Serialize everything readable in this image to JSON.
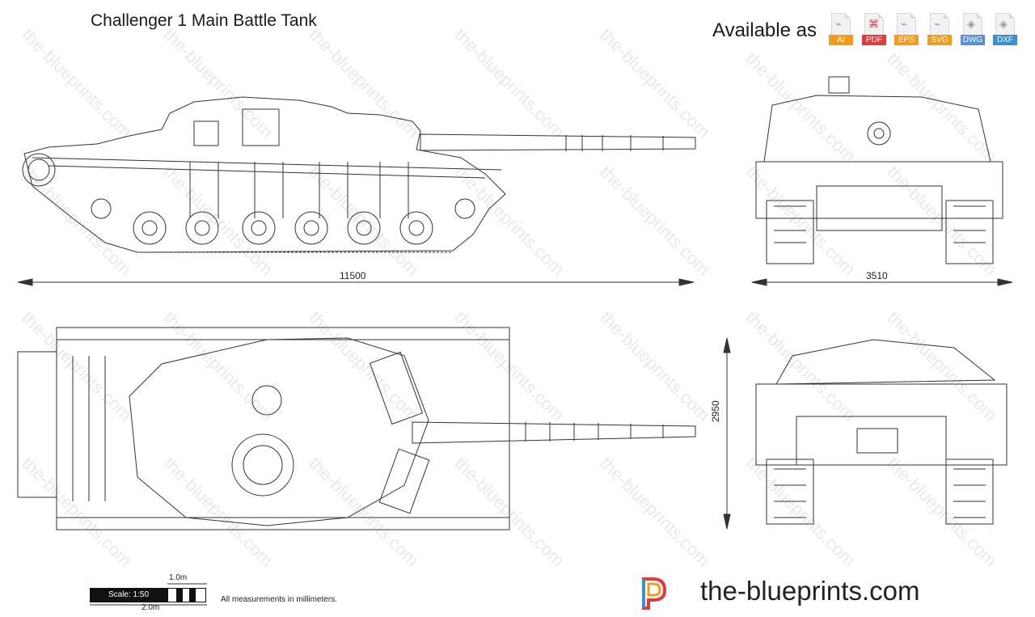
{
  "header": {
    "title": "Challenger 1 Main Battle Tank",
    "available_label": "Available as"
  },
  "formats": [
    {
      "label": "AI",
      "color": "#f29b1d"
    },
    {
      "label": "PDF",
      "color": "#e03a3e"
    },
    {
      "label": "EPS",
      "color": "#f29b1d"
    },
    {
      "label": "SVG",
      "color": "#f29b1d"
    },
    {
      "label": "DWG",
      "color": "#5b8fd6"
    },
    {
      "label": "DXF",
      "color": "#3a8fd0"
    }
  ],
  "dimensions": {
    "length": "11500",
    "width": "3510",
    "height": "2950"
  },
  "scale": {
    "label": "Scale: 1:50",
    "one_meter": "1.0m",
    "two_meter": "2.0m",
    "note": "All measurements in millimeters."
  },
  "brand": {
    "name": "the-blueprints.com",
    "watermark": "the-blueprints.com"
  }
}
